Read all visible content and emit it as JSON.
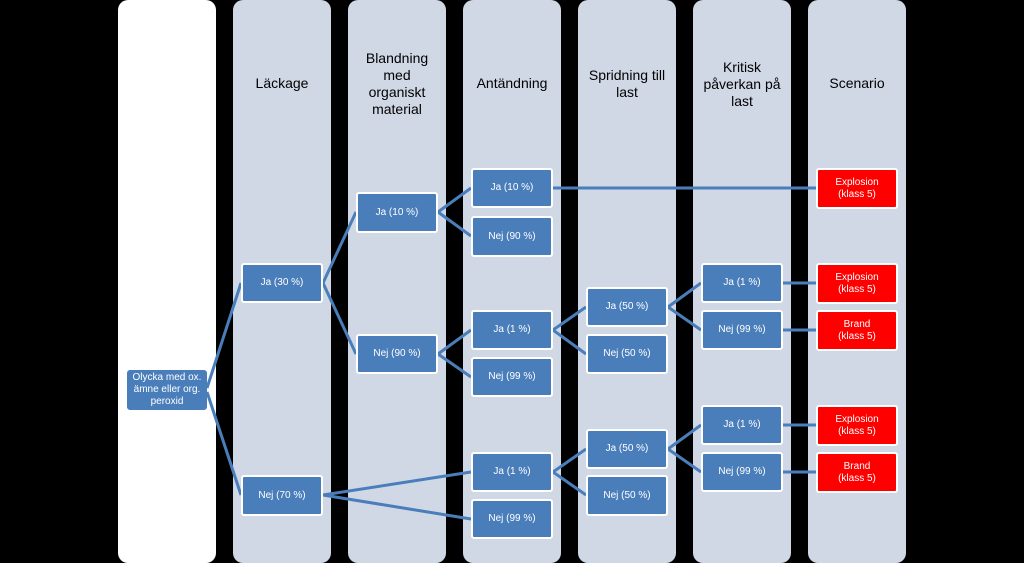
{
  "headers": {
    "lackage": "Läckage",
    "blandning": "Blandning\nmed\norganiskt\nmaterial",
    "antandning": "Antändning",
    "spridning": "Spridning till\nlast",
    "kritisk": "Kritisk\npåverkan på\nlast",
    "scenario": "Scenario"
  },
  "nodes": {
    "root": "Olycka med ox.\nämne eller org.\nperoxid",
    "lack_ja": "Ja (30 %)",
    "lack_nej": "Nej (70 %)",
    "bland_ja": "Ja (10 %)",
    "bland_nej": "Nej (90 %)",
    "ant1_ja": "Ja (10 %)",
    "ant1_nej": "Nej (90 %)",
    "ant2_ja": "Ja (1 %)",
    "ant2_nej": "Nej (99 %)",
    "ant3_ja": "Ja (1 %)",
    "ant3_nej": "Nej (99 %)",
    "sprid1_ja": "Ja (50 %)",
    "sprid1_nej": "Nej (50 %)",
    "sprid2_ja": "Ja (50 %)",
    "sprid2_nej": "Nej (50 %)",
    "krit1_ja": "Ja (1 %)",
    "krit1_nej": "Nej (99 %)",
    "krit2_ja": "Ja (1 %)",
    "krit2_nej": "Nej (99 %)",
    "scen_explosion_1": "Explosion\n(klass 5)",
    "scen_explosion_2": "Explosion\n(klass 5)",
    "scen_brand_1": "Brand\n(klass 5)",
    "scen_explosion_3": "Explosion\n(klass 5)",
    "scen_brand_2": "Brand\n(klass 5)"
  },
  "colors": {
    "node_blue": "#4a7ebb",
    "scenario_red": "#ff0000",
    "lane": "#d0d8e6",
    "background": "#000000"
  }
}
